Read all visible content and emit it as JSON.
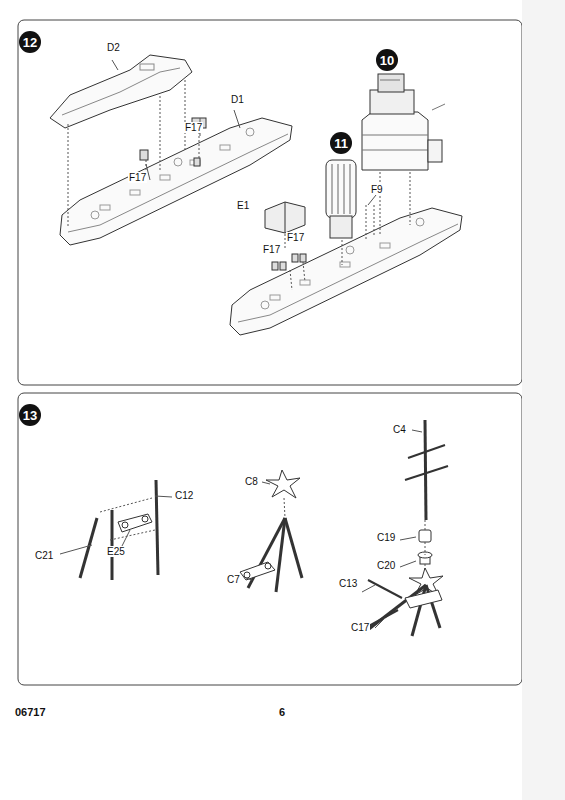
{
  "diagram": {
    "nodes": [
      {
        "text": [
          "12"
        ]
      },
      {
        "text": [
          "10"
        ]
      },
      {
        "text": [
          "11"
        ]
      },
      {
        "text": [
          "13"
        ]
      }
    ],
    "labels": [
      "D2",
      "D1",
      "F17",
      "F17",
      "E1",
      "F17",
      "F17",
      "F9",
      "C12",
      "C21",
      "E25",
      "C8",
      "C7",
      "C4",
      "C19",
      "C20",
      "C13",
      "C17",
      "06717",
      "6"
    ]
  }
}
